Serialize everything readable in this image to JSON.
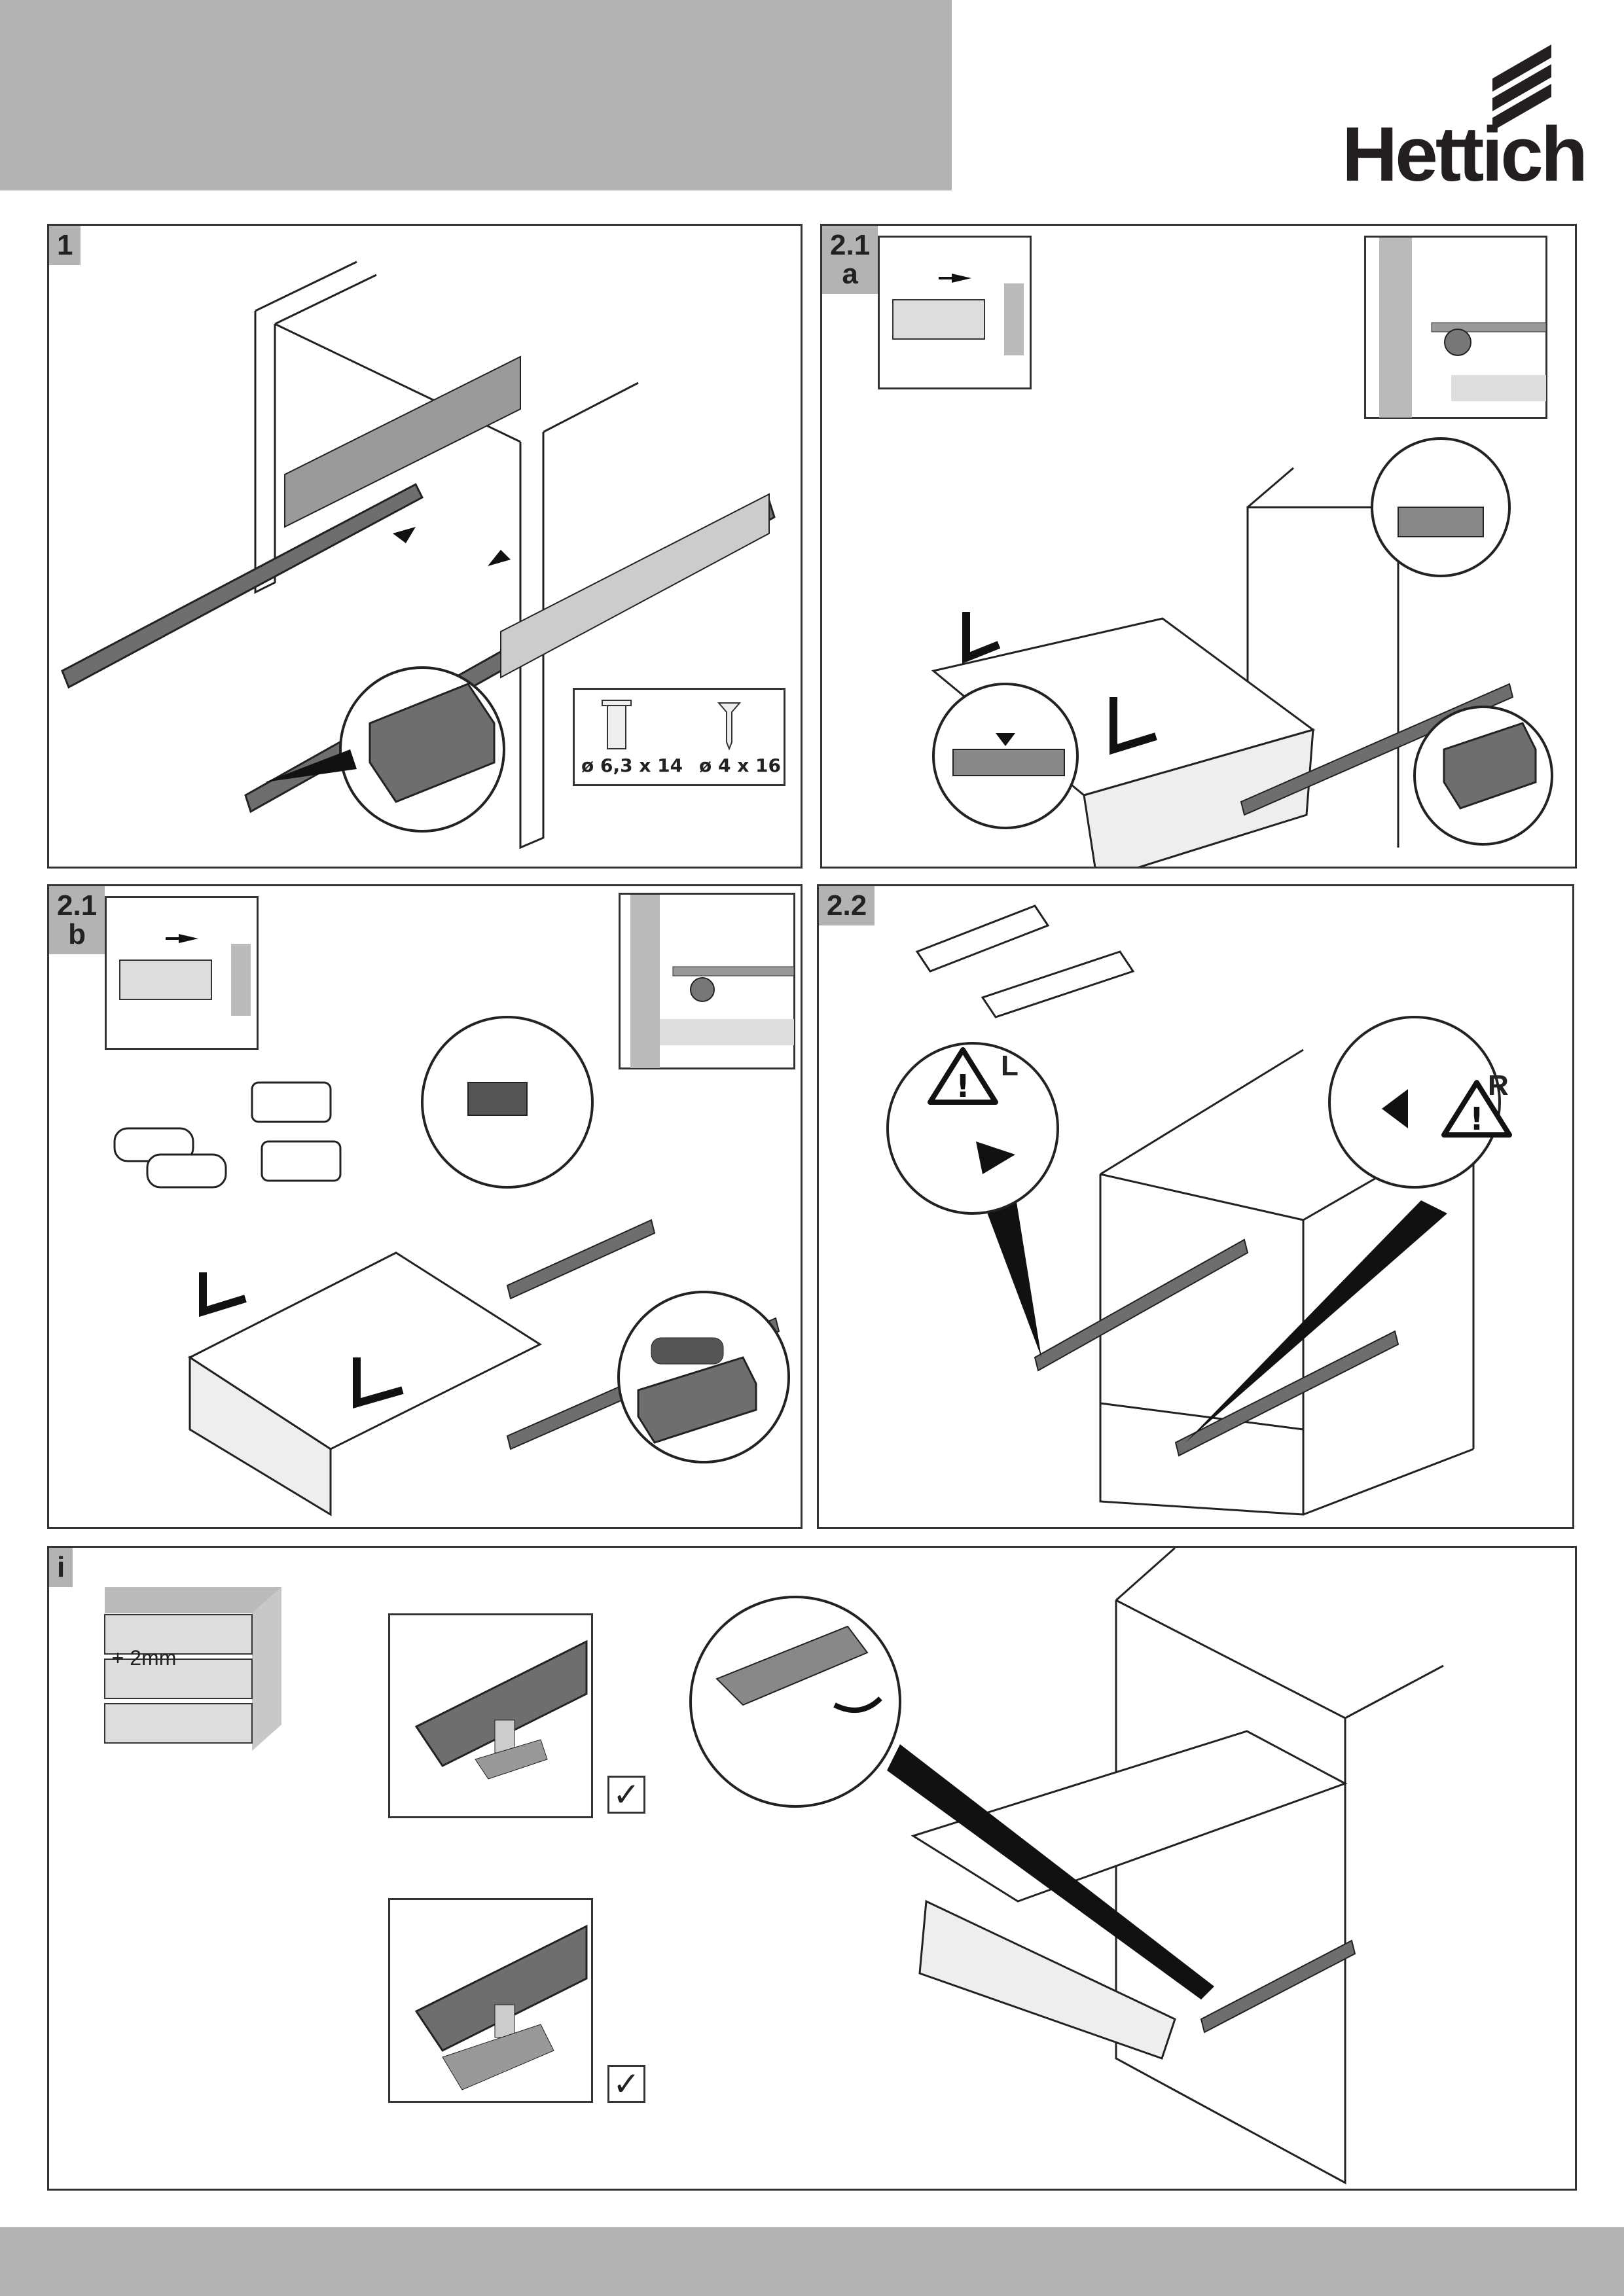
{
  "header": {
    "logo": "Hettich"
  },
  "panels": {
    "p1": {
      "label": "1",
      "screws": [
        {
          "label": "ø 6,3 x 14"
        },
        {
          "label": "ø 4 x 16"
        }
      ]
    },
    "p21a": {
      "label": "2.1",
      "sub": "a"
    },
    "p21b": {
      "label": "2.1",
      "sub": "b"
    },
    "p22": {
      "label": "2.2",
      "warn_left": "L",
      "warn_right": "R"
    },
    "pi": {
      "label": "i",
      "spacing": "+ 2mm",
      "check_mark": "✓"
    }
  },
  "colors": {
    "band": "#b3b3b3",
    "rail": "#6e6e6e",
    "panel_border": "#333333"
  }
}
